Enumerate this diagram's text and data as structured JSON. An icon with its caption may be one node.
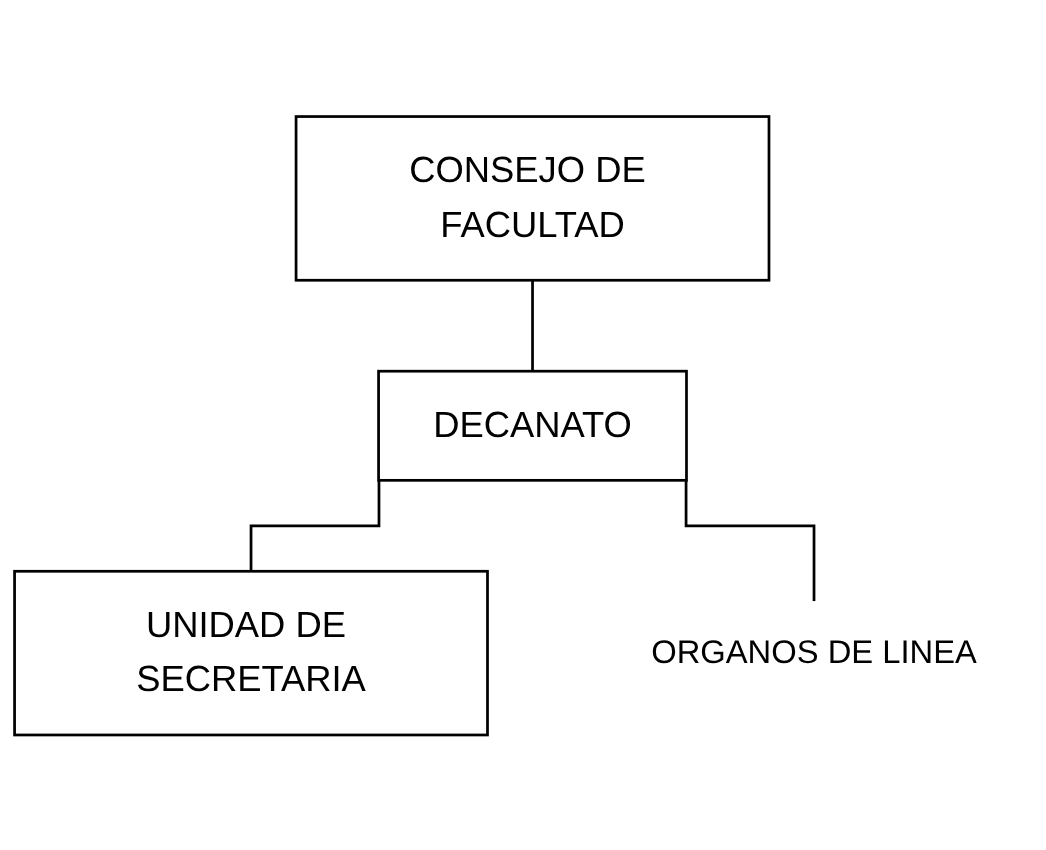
{
  "diagram": {
    "nodes": [
      {
        "text": [
          "CONSEJO DE FACULTAD"
        ]
      },
      {
        "text": [
          "DECANATO"
        ]
      },
      {
        "text": [
          "UNIDAD DE SECRETARIA"
        ]
      },
      {
        "text": [
          "ORGANOS DE LINEA"
        ]
      }
    ],
    "edges": [
      {
        "from": 0,
        "to": 1,
        "arrow": "none"
      },
      {
        "from": 1,
        "to": 2,
        "arrow": "none"
      },
      {
        "from": 1,
        "to": 3,
        "arrow": "none"
      }
    ]
  }
}
